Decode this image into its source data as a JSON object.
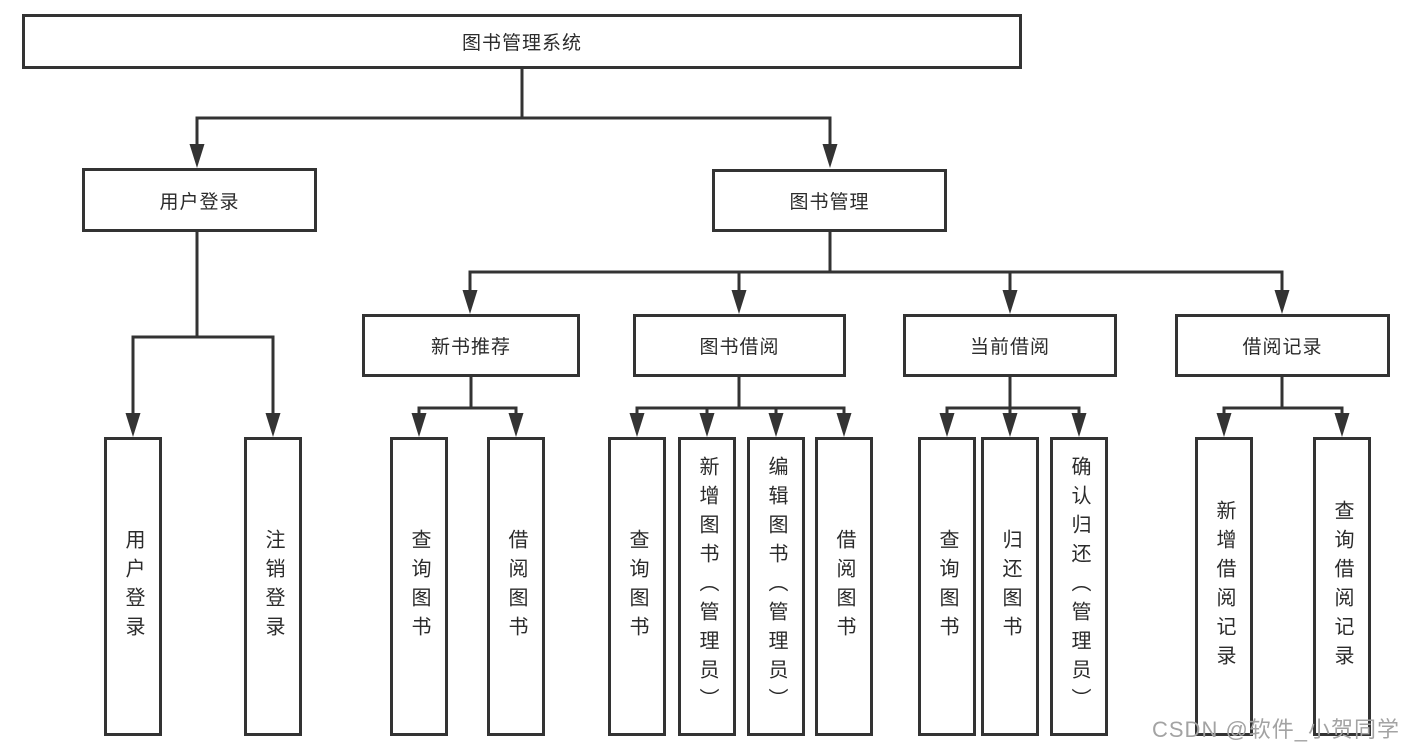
{
  "colors": {
    "line": "#333333",
    "text": "#2b2b2b",
    "background": "#ffffff",
    "watermark": "#a3a3a3"
  },
  "nodes": {
    "root": "图书管理系统",
    "user_login": "用户登录",
    "book_management": "图书管理",
    "new_book_recommend": "新书推荐",
    "book_borrow": "图书借阅",
    "current_borrow": "当前借阅",
    "borrow_records": "借阅记录"
  },
  "leaves": {
    "user_login": [
      "用户登录",
      "注销登录"
    ],
    "new_book_recommend": [
      "查询图书",
      "借阅图书"
    ],
    "book_borrow": [
      "查询图书",
      "新增图书（管理员）",
      "编辑图书（管理员）",
      "借阅图书"
    ],
    "current_borrow": [
      "查询图书",
      "归还图书",
      "确认归还（管理员）"
    ],
    "borrow_records": [
      "新增借阅记录",
      "查询借阅记录"
    ]
  },
  "watermark": {
    "text": "CSDN @软件_小贺同学"
  }
}
